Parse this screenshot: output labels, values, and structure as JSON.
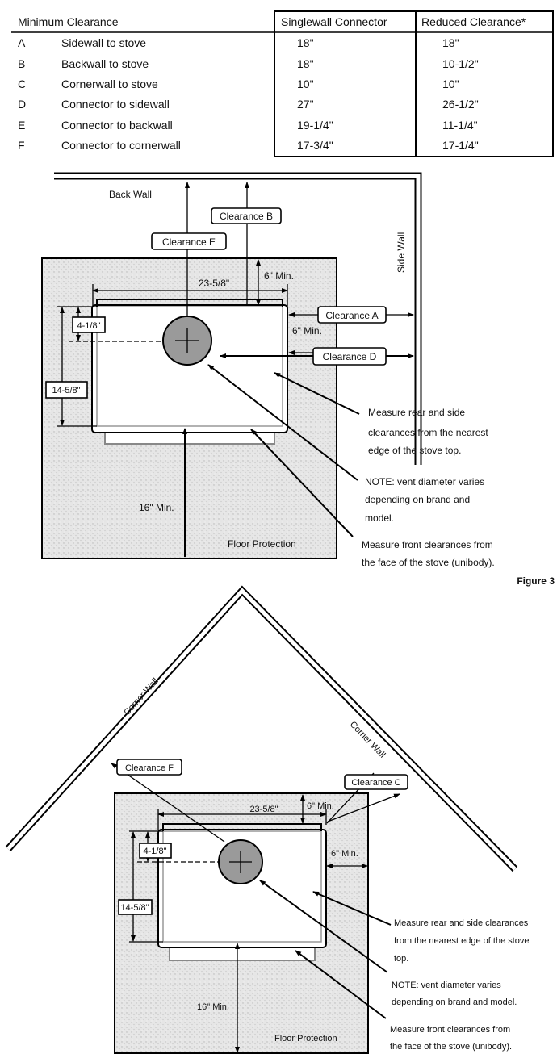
{
  "table": {
    "headers": [
      "Minimum Clearance",
      "Singlewall Connector",
      "Reduced Clearance*"
    ],
    "rows": [
      {
        "letter": "A",
        "desc": "Sidewall to stove",
        "singlewall": "18\"",
        "reduced": "18\""
      },
      {
        "letter": "B",
        "desc": "Backwall to stove",
        "singlewall": "18\"",
        "reduced": "10-1/2\""
      },
      {
        "letter": "C",
        "desc": "Cornerwall to stove",
        "singlewall": "10\"",
        "reduced": "10\""
      },
      {
        "letter": "D",
        "desc": "Connector to sidewall",
        "singlewall": "27\"",
        "reduced": "26-1/2\""
      },
      {
        "letter": "E",
        "desc": "Connector to backwall",
        "singlewall": "19-1/4\"",
        "reduced": "11-1/4\""
      },
      {
        "letter": "F",
        "desc": "Connector to cornerwall",
        "singlewall": "17-3/4\"",
        "reduced": "17-1/4\""
      }
    ]
  },
  "figure1": {
    "back_wall": "Back Wall",
    "side_wall": "Side Wall",
    "clearance_a": "Clearance A",
    "clearance_b": "Clearance B",
    "clearance_d": "Clearance D",
    "clearance_e": "Clearance E",
    "width_dim": "23-5/8\"",
    "rear_min": "6\" Min.",
    "side_min": "6\" Min.",
    "vent_offset": "4-1/8\"",
    "depth_dim": "14-5/8\"",
    "front_min": "16\" Min.",
    "floor_protection": "Floor Protection",
    "note_rear_side": [
      "Measure rear and side",
      "clearances from the nearest",
      "edge of the stove top."
    ],
    "note_vent": [
      "NOTE: vent diameter varies",
      "depending on brand and",
      "model."
    ],
    "note_front": [
      "Measure front clearances from",
      "the face of the stove (unibody)."
    ],
    "caption": "Figure 3"
  },
  "figure2": {
    "corner_wall_left": "Corner Wall",
    "corner_wall_right": "Corner Wall",
    "clearance_f": "Clearance F",
    "clearance_c": "Clearance C",
    "width_dim": "23-5/8\"",
    "rear_min": "6\" Min.",
    "side_min": "6\" Min.",
    "vent_offset": "4-1/8\"",
    "depth_dim": "14-5/8\"",
    "front_min": "16\" Min.",
    "floor_protection": "Floor Protection",
    "note_rear_side": [
      "Measure rear and side clearances",
      "from the nearest edge of the stove",
      "top."
    ],
    "note_vent": [
      "NOTE: vent diameter varies",
      "depending on brand and model."
    ],
    "note_front": [
      "Measure front clearances from",
      "the face of the stove (unibody)."
    ]
  },
  "colors": {
    "vent": "#9a9a9a",
    "floor": "#e4e4e4"
  }
}
